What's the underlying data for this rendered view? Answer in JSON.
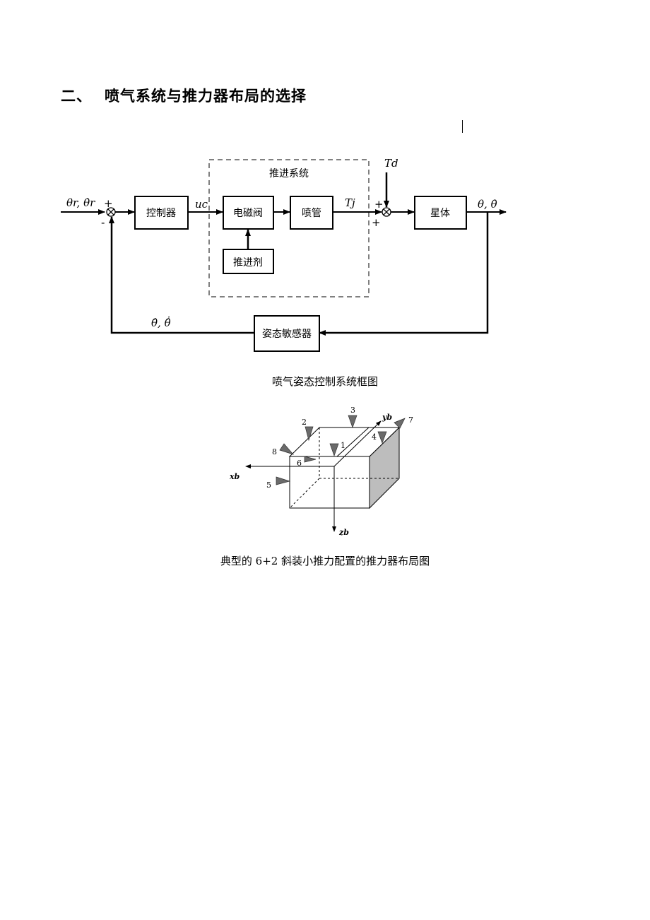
{
  "section": {
    "number": "二、",
    "title": "喷气系统与推力器布局的选择"
  },
  "block_diagram": {
    "blocks": {
      "controller": "控制器",
      "solenoid_valve": "电磁阀",
      "nozzle": "喷管",
      "propellant": "推进剂",
      "satellite_body": "星体",
      "attitude_sensor": "姿态敏感器"
    },
    "propulsion_system_label": "推进系统",
    "signals": {
      "reference": "θr, θ̇r",
      "control": "uc",
      "thrust_torque": "Tj",
      "disturbance": "Td",
      "output": "θ, θ̇",
      "feedback": "θ̂, θ̂̇"
    },
    "signs": {
      "sum1_plus": "+",
      "sum1_minus": "-",
      "sum2_plus_top": "+",
      "sum2_plus_bottom": "+"
    }
  },
  "caption1": "喷气姿态控制系统框图",
  "thruster_figure": {
    "axes": {
      "x": "xb",
      "y": "yb",
      "z": "zb"
    },
    "thruster_numbers": [
      "1",
      "2",
      "3",
      "4",
      "5",
      "6",
      "7",
      "8"
    ]
  },
  "caption2": "典型的 6+2 斜装小推力配置的推力器布局图"
}
